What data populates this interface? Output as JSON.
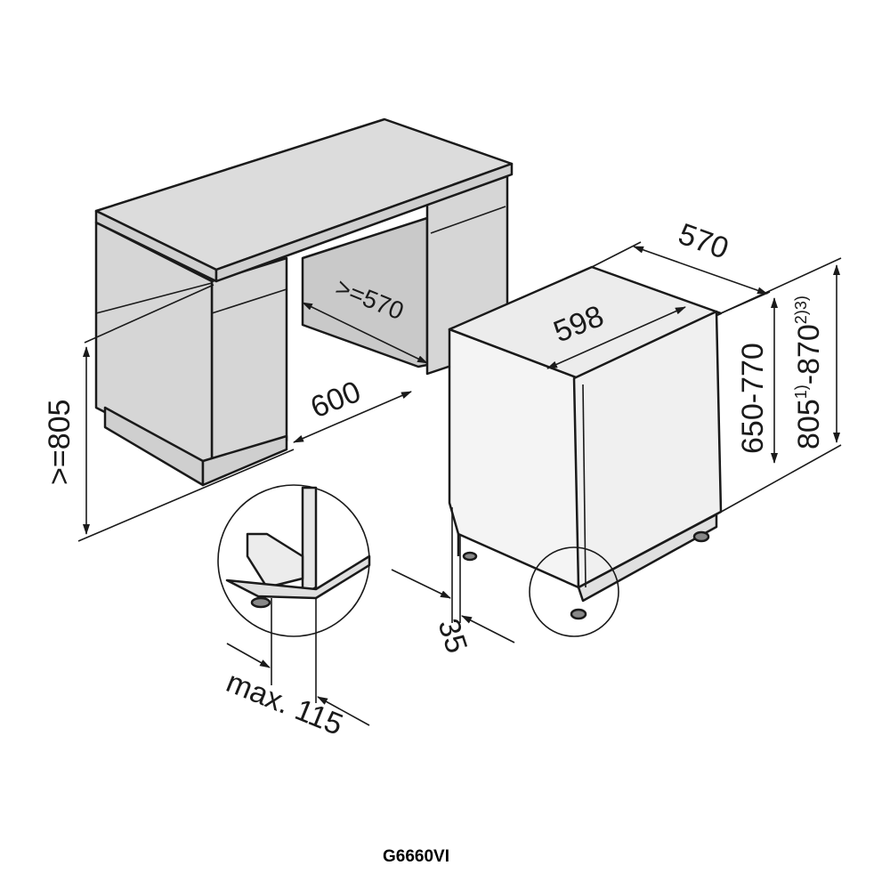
{
  "diagram": {
    "model": "G6660VI",
    "labels": {
      "niche_height_min": ">=805",
      "niche_width": "600",
      "niche_depth_min": ">=570",
      "appliance_width": "598",
      "appliance_depth": "570",
      "height_range": "650-770",
      "total_height_from": "805",
      "total_height_from_note": "1)",
      "total_height_to": "-870",
      "total_height_to_note": "2)3)",
      "plinth_setback": "35",
      "door_overhang": "max. 115"
    },
    "colors": {
      "cabinet": "#d6d6d6",
      "appliance": "#f2f2f2",
      "line": "#1a1a1a"
    }
  }
}
